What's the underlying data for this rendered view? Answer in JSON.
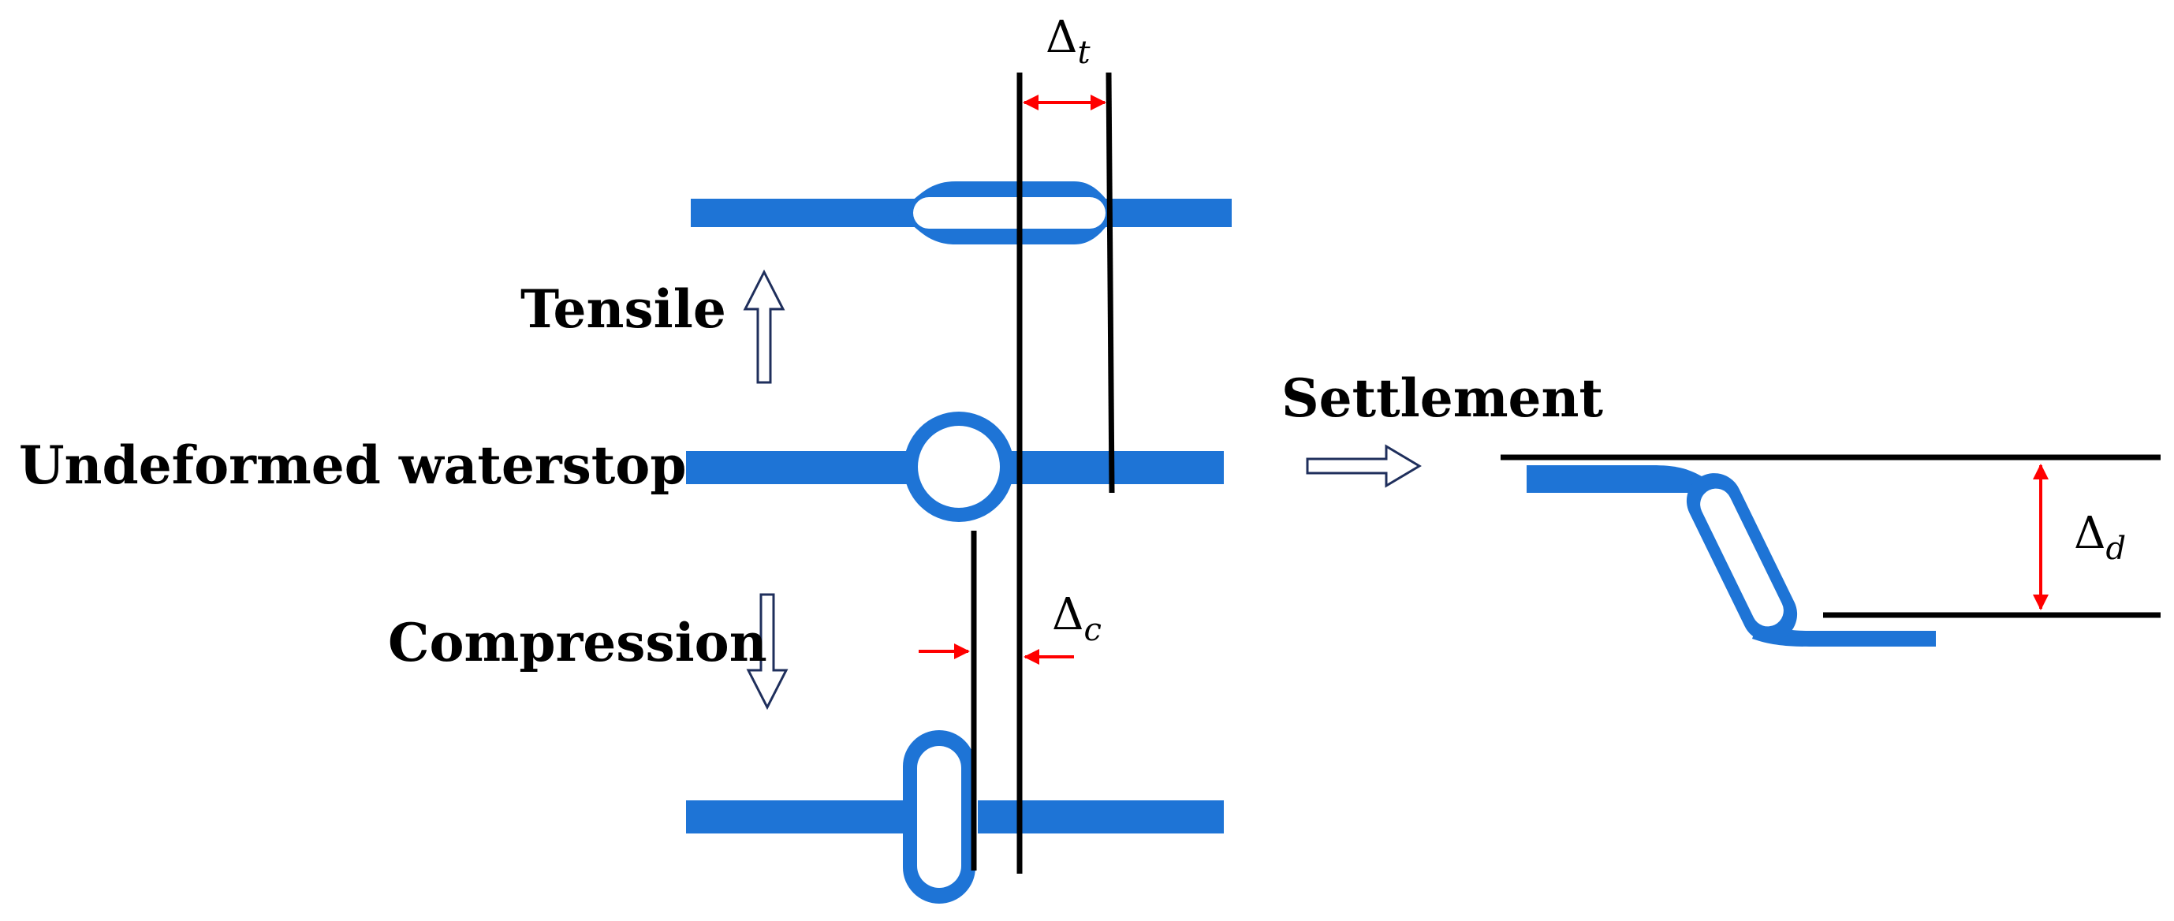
{
  "labels": {
    "tensile": "Tensile",
    "undeformed": "Undeformed waterstop",
    "compression": "Compression",
    "settlement": "Settlement"
  },
  "symbols": {
    "delta_t": {
      "main": "Δ",
      "sub": "t"
    },
    "delta_c": {
      "main": "Δ",
      "sub": "c"
    },
    "delta_d": {
      "main": "Δ",
      "sub": "d"
    }
  },
  "colors": {
    "waterstop": "#1E74D6",
    "reference_line": "#000000",
    "dimension_arrow": "#FF0000",
    "direction_arrow_outline": "#1F2F5C"
  }
}
